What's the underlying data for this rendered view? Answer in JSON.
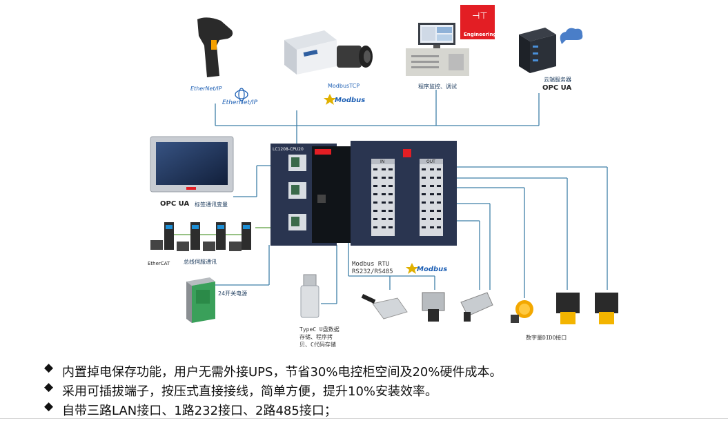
{
  "devices": {
    "scanner_label": "EtherNet/IP",
    "ethernetip_logo": "EtherNet/IP",
    "camera_label": "ModbusTCP",
    "modbus_logo_top": "Modbus",
    "pc_label": "程序监控、调试",
    "engineering_label": "Engineering",
    "server_label": "云端服务器",
    "opcua_top": "OPC UA",
    "hmi_opcua": "OPC UA",
    "hmi_label": "标签通讯变量",
    "ethercat_label": "EtherCAT",
    "servo_label": "总线伺服通讯",
    "psu_label": "24开关电源",
    "usb_label_lines": [
      "TypeC U盘数据",
      "存储、程序拷",
      "贝、C代码存储"
    ],
    "modbus_rtu_lines": [
      "Modbus RTU",
      "RS232/RS485"
    ],
    "modbus_logo_bottom": "Modbus",
    "dido_label": "数字量DIDO接口"
  },
  "plc": {
    "model": "LC1208-CPU20",
    "in_label": "IN",
    "out_label": "OUT"
  },
  "bullets": [
    "内置掉电保存功能，用户无需外接UPS，节省30%电控柜空间及20%硬件成本。",
    "采用可插拔端子，按压式直接接线，简单方便，提升10%安装效率。",
    "自带三路LAN接口、1路232接口、2路485接口；"
  ],
  "colors": {
    "line": "#3f7fa8",
    "plc_body": "#2a3550",
    "accent_red": "#e31e24"
  }
}
